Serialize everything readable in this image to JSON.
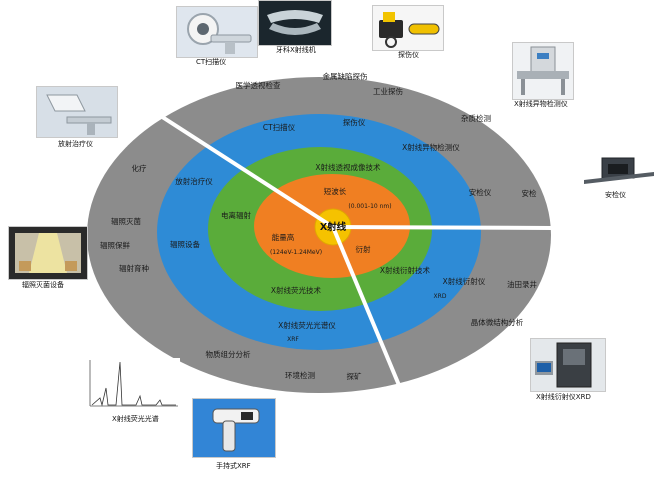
{
  "center": {
    "label": "X射线"
  },
  "inner_ring": {
    "short_wavelength": "短波长",
    "wavelength_range": "(0.001-10 nm)",
    "high_energy": "能量高",
    "energy_range": "(124eV-1.24MeV)",
    "diffraction": "衍射"
  },
  "middle_ring": {
    "imaging_tech": "X射线透视成像技术",
    "ionizing": "电离辐射",
    "diffraction_tech": "X射线衍射技术",
    "fluorescence_tech": "X射线荧光技术"
  },
  "blue_ring": {
    "ct_scanner": "CT扫描仪",
    "flaw_detector": "探伤仪",
    "foreign_matter": "X射线异物检测仪",
    "radiotherapy": "放射治疗仪",
    "security_machine": "安检仪",
    "irradiation_equipment": "辐照设备",
    "diffractometer": "X射线衍射仪",
    "xrd": "XRD",
    "fluorescence_spectrometer": "X射线荧光光谱仪",
    "xrf": "XRF"
  },
  "gray_ring": {
    "medical_inspection": "医学透视检查",
    "metal_defect": "金属缺陷探伤",
    "industrial_inspection": "工业探伤",
    "impurity": "杂质检测",
    "medical": "化疗",
    "security": "安检",
    "sterilization": "辐照灭菌",
    "preservation": "辐照保鲜",
    "breeding": "辐射育种",
    "oil_logging": "油田录井",
    "crystal_analysis": "晶体微结构分析",
    "composition": "物质组分分析",
    "environment": "环境检测",
    "mining": "探矿"
  },
  "photos": {
    "ct": "CT扫描仪",
    "dental": "牙科X射线机",
    "flaw": "探伤仪",
    "foreign": "X射线异物检测仪",
    "radiotherapy": "放射治疗仪",
    "security": "安检仪",
    "irradiation": "辐照灭菌设备",
    "xrd": "X射线衍射仪XRD",
    "spectrum": "X射线荧光光谱",
    "handheld": "手持式XRF"
  },
  "colors": {
    "gray_ring": "#8c8c8c",
    "blue_ring": "#2e8bd6",
    "green_ring": "#5aac3a",
    "orange_ring": "#f07f22",
    "center": "#f5c200"
  }
}
